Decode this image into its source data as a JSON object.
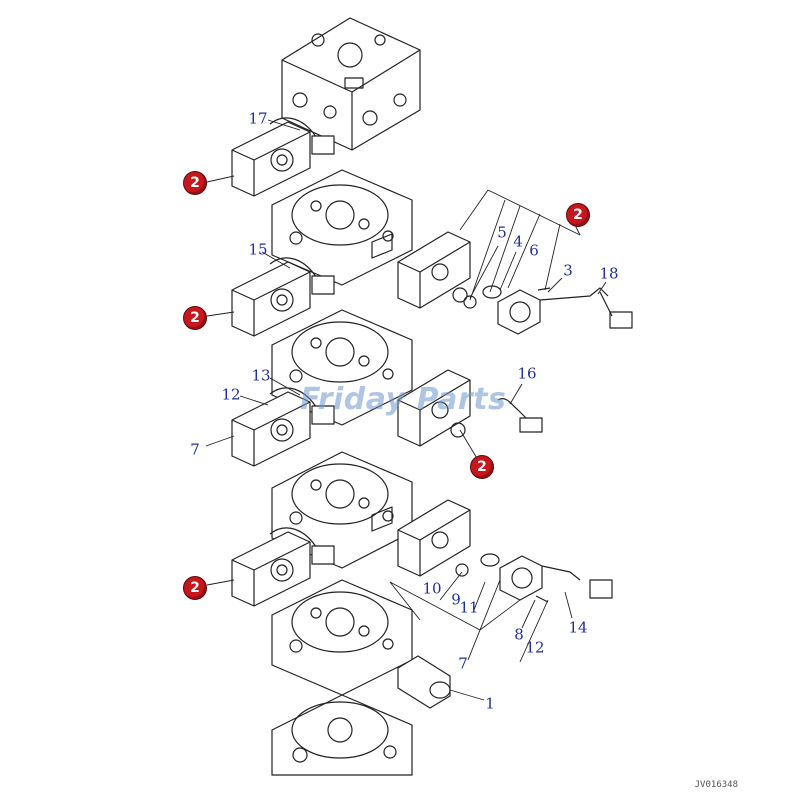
{
  "diagram": {
    "part_numbers": {
      "n1": "1",
      "n2": "2",
      "n3": "3",
      "n4": "4",
      "n5": "5",
      "n6": "6",
      "n7a": "7",
      "n7b": "7",
      "n8": "8",
      "n9": "9",
      "n10": "10",
      "n11": "11",
      "n12a": "12",
      "n12b": "12",
      "n13": "13",
      "n14": "14",
      "n15": "15",
      "n16": "16",
      "n17": "17",
      "n18": "18"
    },
    "callout_badge_label": "2",
    "drawing_code": "JV016348",
    "watermark": "Friday Parts"
  },
  "colors": {
    "label": "#1f2f9e",
    "badge": "#c8161d",
    "line": "#222222"
  }
}
